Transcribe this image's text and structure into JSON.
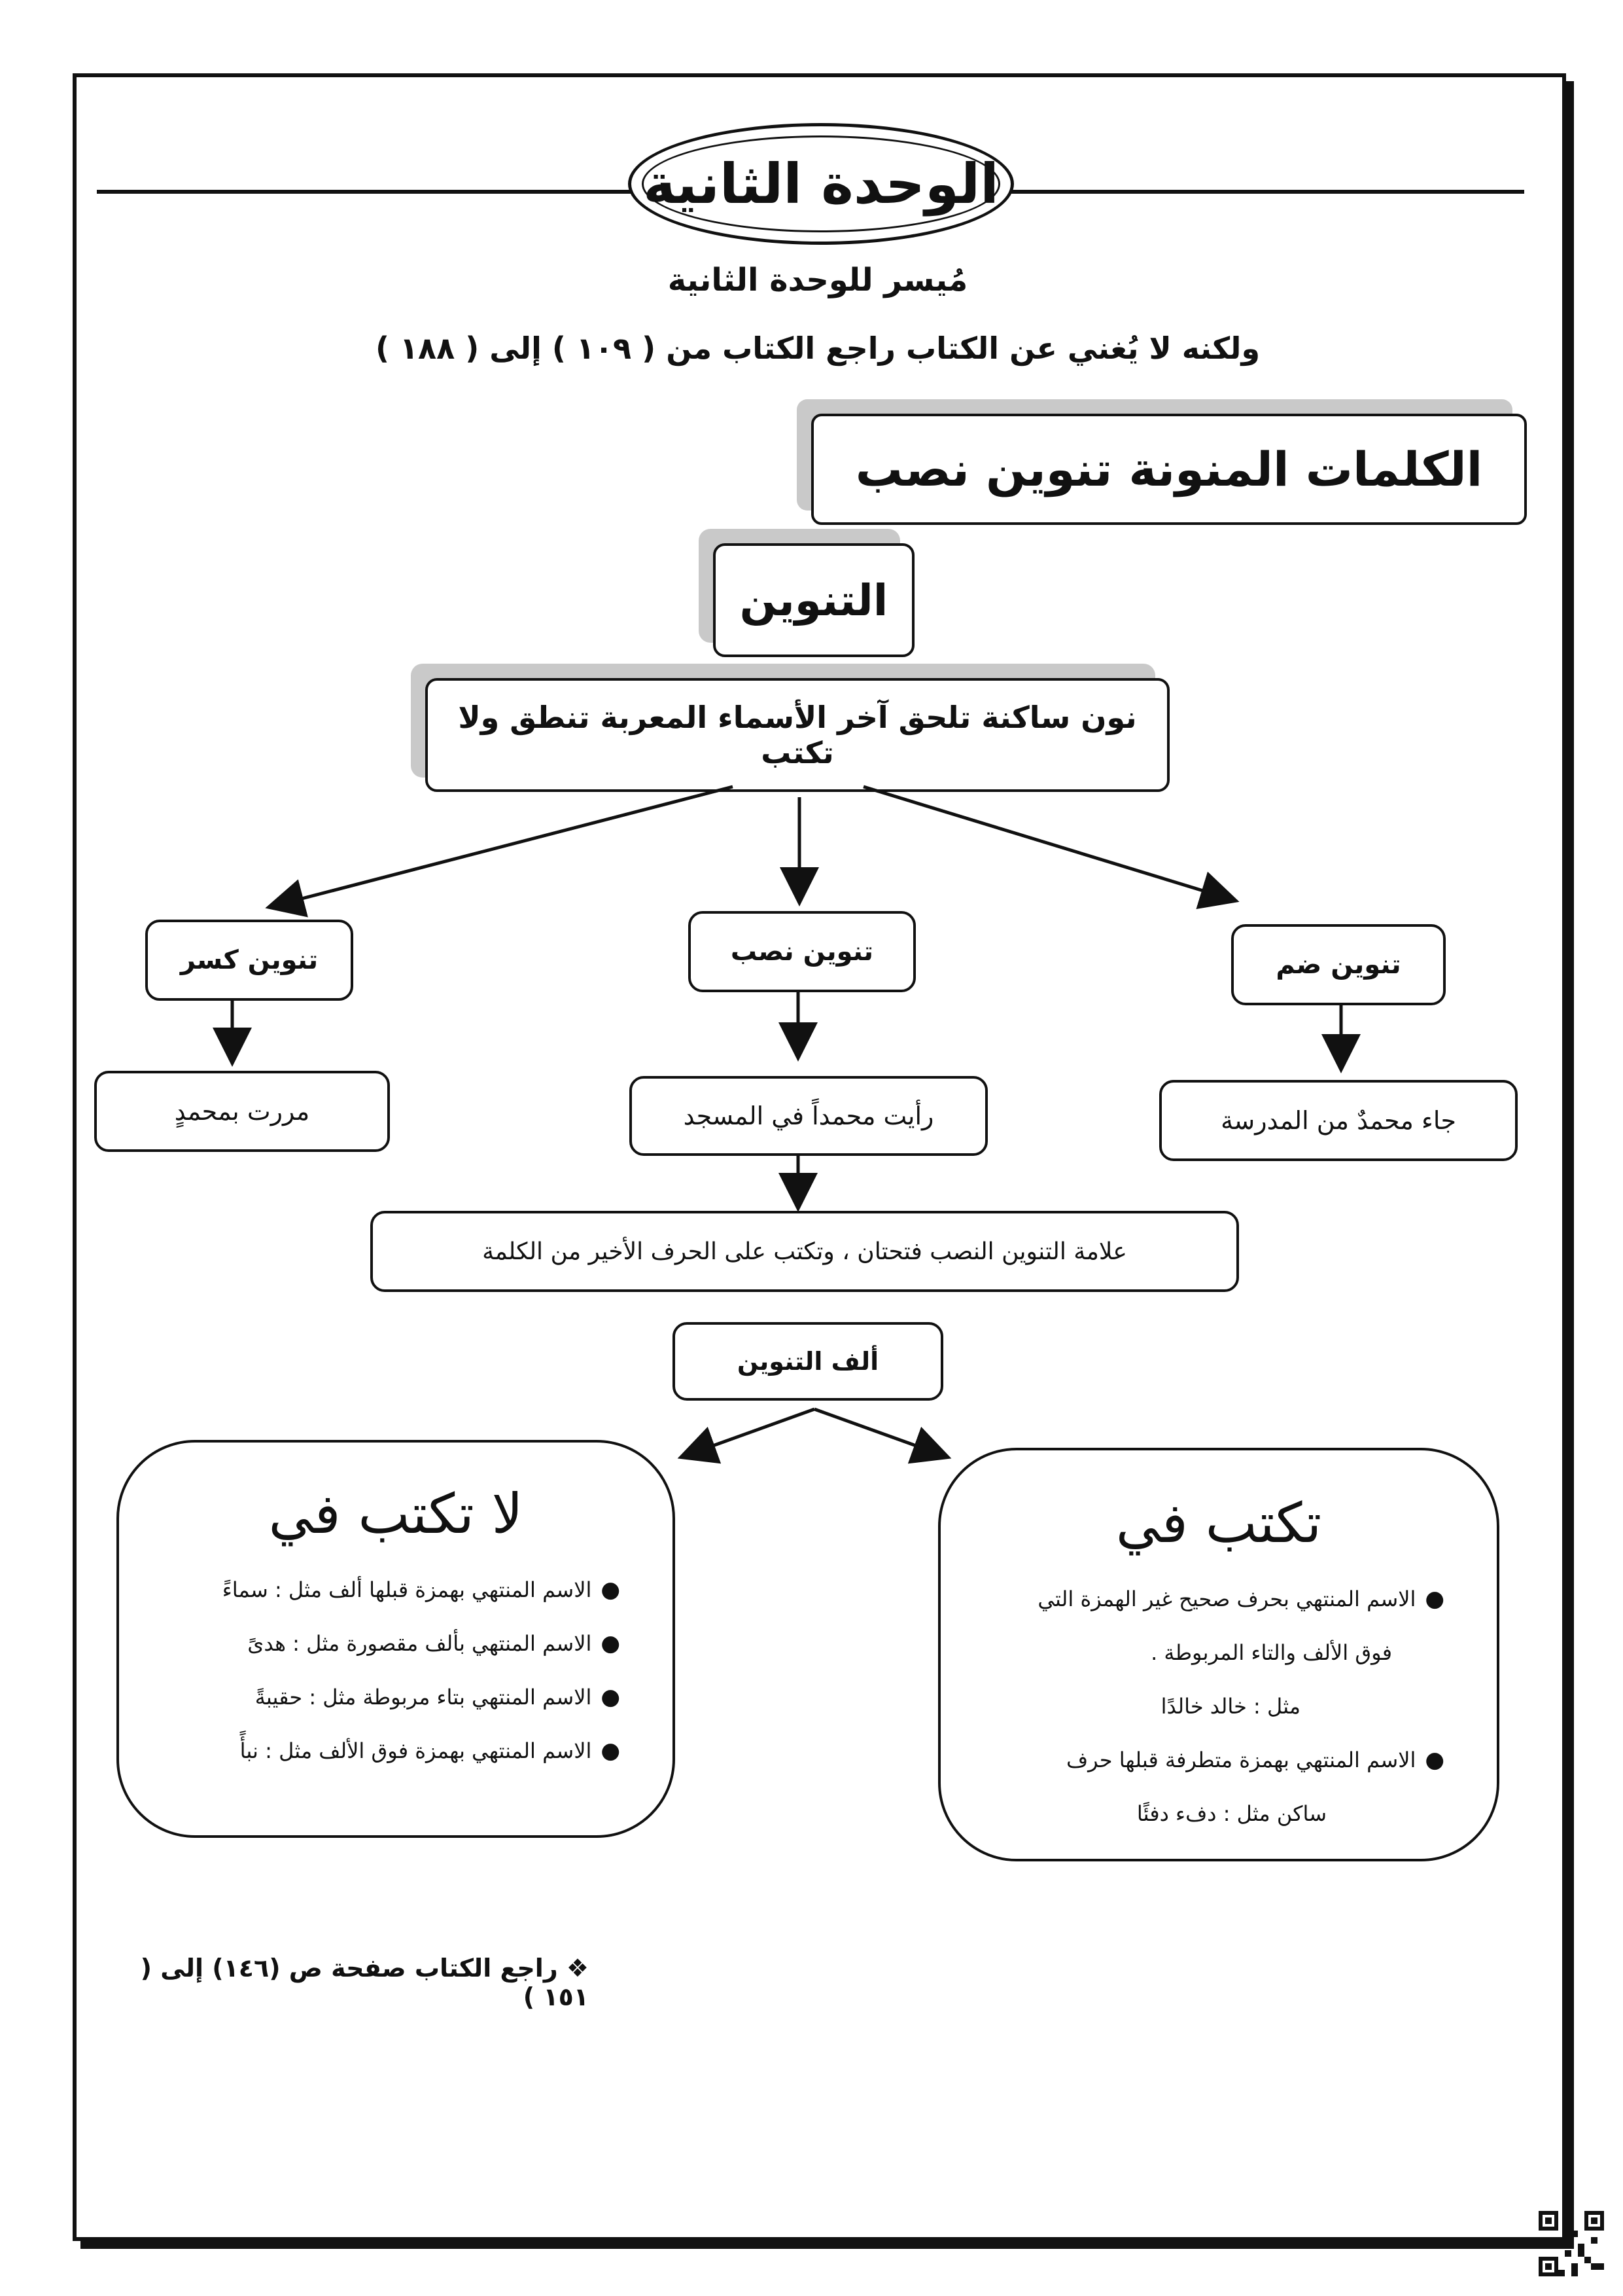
{
  "header": {
    "unit_title": "الوحدة الثانية",
    "subtitle": "مُيسر للوحدة الثانية",
    "note": "ولكنه لا يُغني عن الكتاب راجع الكتاب من ( ١٠٩ ) إلى ( ١٨٨ )"
  },
  "lesson_title": "الكلمات المنونة تنوين نصب",
  "diagram": {
    "root": "التنوين",
    "definition": "نون ساكنة تلحق آخر الأسماء المعربة تنطق ولا تكتب",
    "branches": [
      {
        "label": "تنوين ضم",
        "example": "جاء محمدٌ من المدرسة"
      },
      {
        "label": "تنوين نصب",
        "example": "رأيت محمداً في المسجد"
      },
      {
        "label": "تنوين كسر",
        "example": "مررت بمحمدٍ"
      }
    ],
    "nasb_mark": "علامة التنوين النصب فتحتان ، وتكتب على الحرف الأخير من الكلمة",
    "alif": "ألف التنوين",
    "written": {
      "title": "تكتب في",
      "lines": [
        "الاسم المنتهي بحرف صحيح غير الهمزة التي",
        "فوق الألف والتاء المربوطة .",
        "مثل : خالد   خالدًا",
        "الاسم المنتهي بهمزة متطرفة قبلها حرف",
        "ساكن مثل : دفء   دفئًا"
      ]
    },
    "not_written": {
      "title": "لا تكتب في",
      "items": [
        "الاسم المنتهي بهمزة قبلها ألف مثل : سماءً",
        "الاسم المنتهي بألف مقصورة مثل : هدىً",
        "الاسم المنتهي بتاء مربوطة مثل : حقيبةً",
        "الاسم المنتهي بهمزة فوق الألف مثل : نبأً"
      ]
    }
  },
  "footer": "❖ راجع الكتاب صفحة ص (١٤٦) إلى ( ١٥١ )"
}
